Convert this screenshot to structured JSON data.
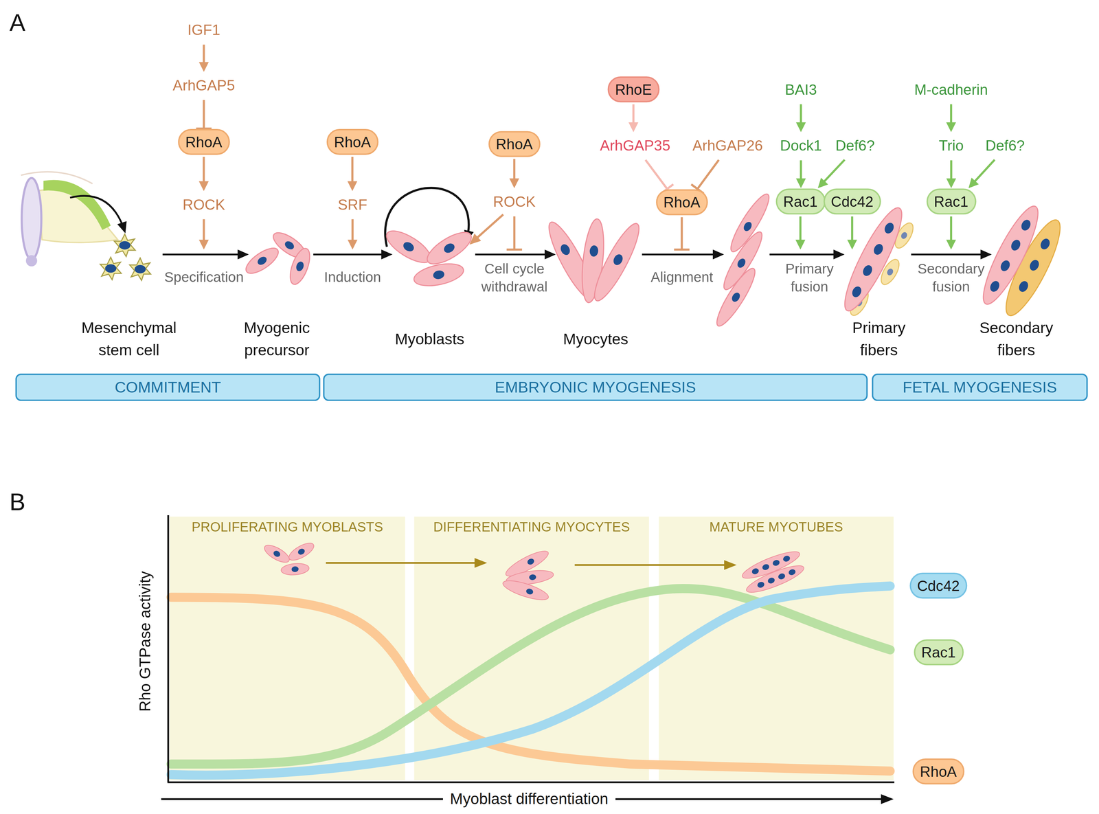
{
  "diagram": {
    "nodes": [
      {
        "text": [
          "IGF1"
        ]
      },
      {
        "text": [
          "ArhGAP5"
        ]
      },
      {
        "text": [
          "RhoA"
        ]
      },
      {
        "text": [
          "ROCK"
        ]
      },
      {
        "text": [
          "Specification"
        ]
      },
      {
        "text": [
          "RhoA"
        ]
      },
      {
        "text": [
          "SRF"
        ]
      },
      {
        "text": [
          "Induction"
        ]
      },
      {
        "text": [
          "RhoA"
        ]
      },
      {
        "text": [
          "ROCK"
        ]
      },
      {
        "text": [
          "Cell cycle withdrawal"
        ]
      },
      {
        "text": [
          "RhoE"
        ]
      },
      {
        "text": [
          "ArhGAP35"
        ]
      },
      {
        "text": [
          "ArhGAP26"
        ]
      },
      {
        "text": [
          "RhoA"
        ]
      },
      {
        "text": [
          "Alignment"
        ]
      },
      {
        "text": [
          "BAI3"
        ]
      },
      {
        "text": [
          "Dock1"
        ]
      },
      {
        "text": [
          "Def6?"
        ]
      },
      {
        "text": [
          "Rac1"
        ]
      },
      {
        "text": [
          "Cdc42"
        ]
      },
      {
        "text": [
          "Primary fusion"
        ]
      },
      {
        "text": [
          "M-cadherin"
        ]
      },
      {
        "text": [
          "Trio"
        ]
      },
      {
        "text": [
          "Def6?"
        ]
      },
      {
        "text": [
          "Rac1"
        ]
      },
      {
        "text": [
          "Secondary fusion"
        ]
      },
      {
        "text": [
          "COMMITMENT"
        ]
      },
      {
        "text": [
          "EMBRYONIC MYOGENESIS"
        ]
      },
      {
        "text": [
          "FETAL MYOGENESIS"
        ]
      },
      {
        "text": [
          "PROLIFERATING MYOBLASTS"
        ]
      },
      {
        "text": [
          "DIFFERENTIATING MYOCYTES"
        ]
      },
      {
        "text": [
          "MATURE MYOTUBES"
        ]
      },
      {
        "text": [
          "Cdc42"
        ]
      },
      {
        "text": [
          "Rac1"
        ]
      },
      {
        "text": [
          "RhoA"
        ]
      }
    ],
    "edges": [
      {
        "from": 0,
        "to": 1,
        "arrow": "to"
      },
      {
        "from": 1,
        "to": 2,
        "arrow": "to"
      },
      {
        "from": 2,
        "to": 3,
        "arrow": "to"
      },
      {
        "from": 3,
        "to": 4,
        "arrow": "to"
      },
      {
        "from": 5,
        "to": 6,
        "arrow": "to"
      },
      {
        "from": 6,
        "to": 7,
        "arrow": "to"
      },
      {
        "from": 8,
        "to": 9,
        "arrow": "to"
      },
      {
        "from": 9,
        "to": 10,
        "arrow": "to"
      },
      {
        "from": 11,
        "to": 12,
        "arrow": "to"
      },
      {
        "from": 12,
        "to": 14,
        "arrow": "to"
      },
      {
        "from": 13,
        "to": 14,
        "arrow": "to"
      },
      {
        "from": 14,
        "to": 15,
        "arrow": "to"
      },
      {
        "from": 16,
        "to": 17,
        "arrow": "to"
      },
      {
        "from": 17,
        "to": 19,
        "arrow": "to"
      },
      {
        "from": 18,
        "to": 19,
        "arrow": "to"
      },
      {
        "from": 19,
        "to": 21,
        "arrow": "to"
      },
      {
        "from": 20,
        "to": 21,
        "arrow": "to"
      },
      {
        "from": 22,
        "to": 23,
        "arrow": "to"
      },
      {
        "from": 23,
        "to": 25,
        "arrow": "to"
      },
      {
        "from": 24,
        "to": 25,
        "arrow": "to"
      },
      {
        "from": 25,
        "to": 26,
        "arrow": "to"
      }
    ],
    "labels": [
      "A",
      "Mesenchymal stem cell",
      "Myogenic precursor",
      "Myoblasts",
      "Myocytes",
      "Primary fibers",
      "Secondary fibers",
      "B",
      "Rho GTPase activity",
      "Myoblast differentiation"
    ]
  }
}
